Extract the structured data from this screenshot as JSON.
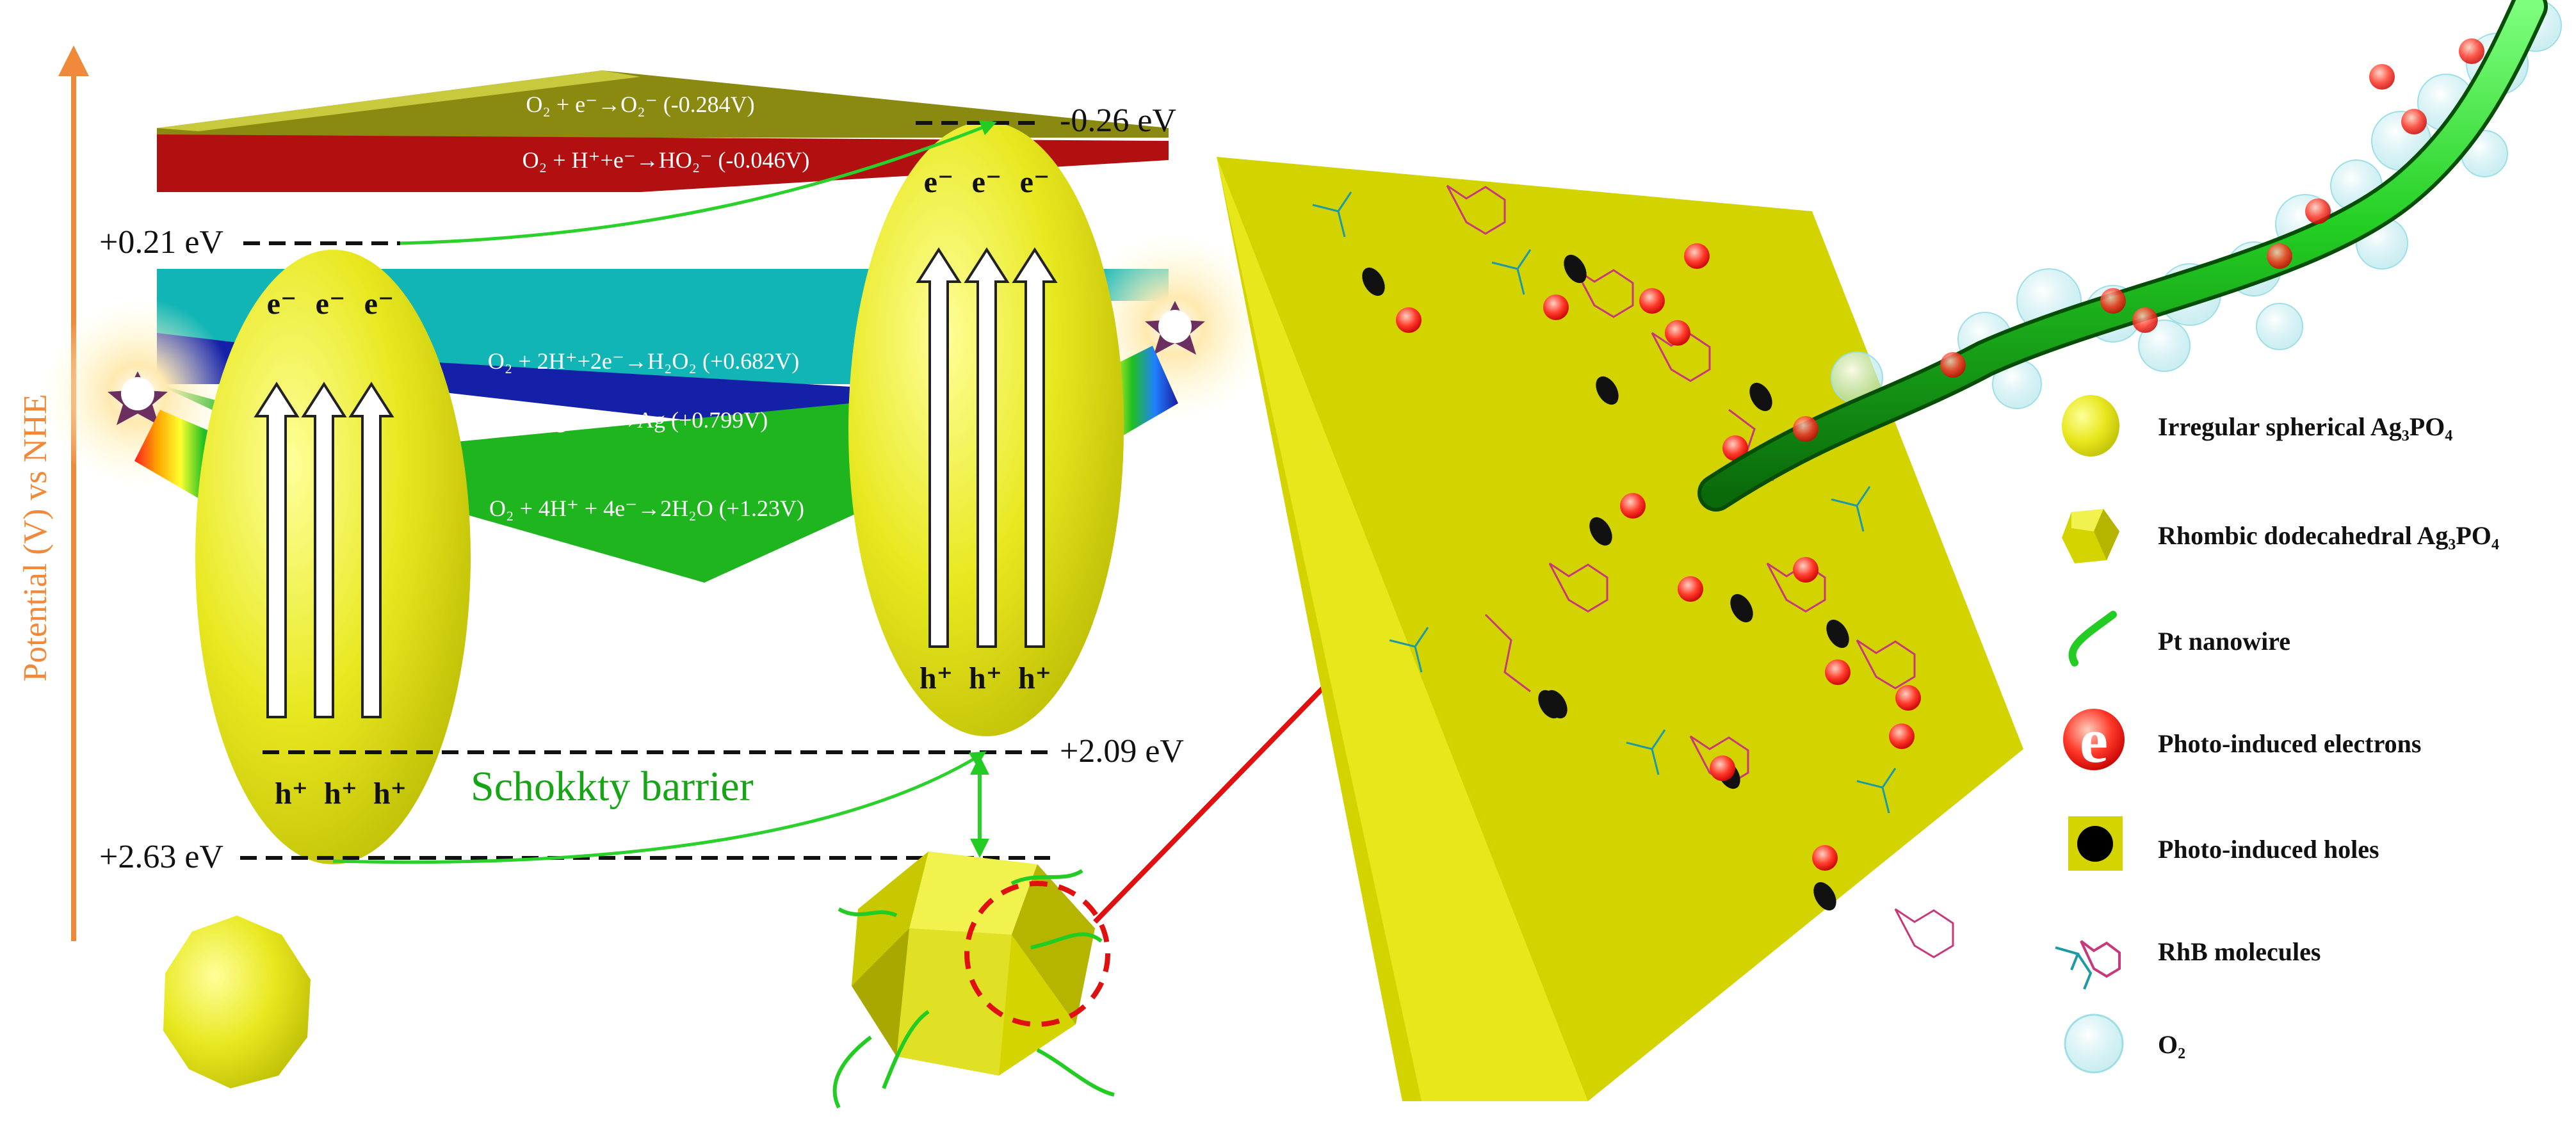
{
  "axis": {
    "label": "Potential (V) vs NHE"
  },
  "levels": {
    "left_cb": "+0.21 eV",
    "right_cb": "-0.26 eV",
    "right_vb": "+2.09 eV",
    "left_vb": "+2.63 eV"
  },
  "carriers": {
    "electron": "e⁻",
    "hole": "h⁺"
  },
  "reactions": {
    "superoxide": "O₂ + e⁻→O₂⁻ (-0.284V)",
    "hydroperoxyl": "O₂ + H⁺+e⁻→HO₂⁻ (-0.046V)",
    "peroxide": "O₂ + 2H⁺+2e⁻→H₂O₂ (+0.682V)",
    "silver": "Ag⁺+e⁻→Ag (+0.799V)",
    "water": "O₂ + 4H⁺ + 4e⁻→2H₂O (+1.23V)"
  },
  "barrier": {
    "label": "Schokkty barrier"
  },
  "legend": {
    "items": [
      {
        "label": "Irregular spherical Ag₃PO₄",
        "icon": "yellow-sphere-icon"
      },
      {
        "label": "Rhombic dodecahedral Ag₃PO₄",
        "icon": "yellow-polyhedron-icon"
      },
      {
        "label": "Pt nanowire",
        "icon": "green-wire-icon"
      },
      {
        "label": "Photo-induced electrons",
        "icon": "red-electron-icon"
      },
      {
        "label": "Photo-induced holes",
        "icon": "black-hole-icon"
      },
      {
        "label": "RhB molecules",
        "icon": "rhb-molecule-icon"
      },
      {
        "label": "O₂",
        "icon": "oxygen-bubble-icon"
      }
    ],
    "electron_glyph": "e"
  },
  "colors": {
    "ag3po4_yellow": "#e6e61a",
    "pt_wire_green": "#22cc22",
    "axis_orange": "#f08a3a",
    "barrier_green": "#17a517",
    "reaction_red": "#b21010",
    "reaction_olive": "#8a8a10",
    "reaction_cyan": "#12b5b5",
    "reaction_blue": "#1420a8",
    "reaction_green": "#1fb51f"
  }
}
